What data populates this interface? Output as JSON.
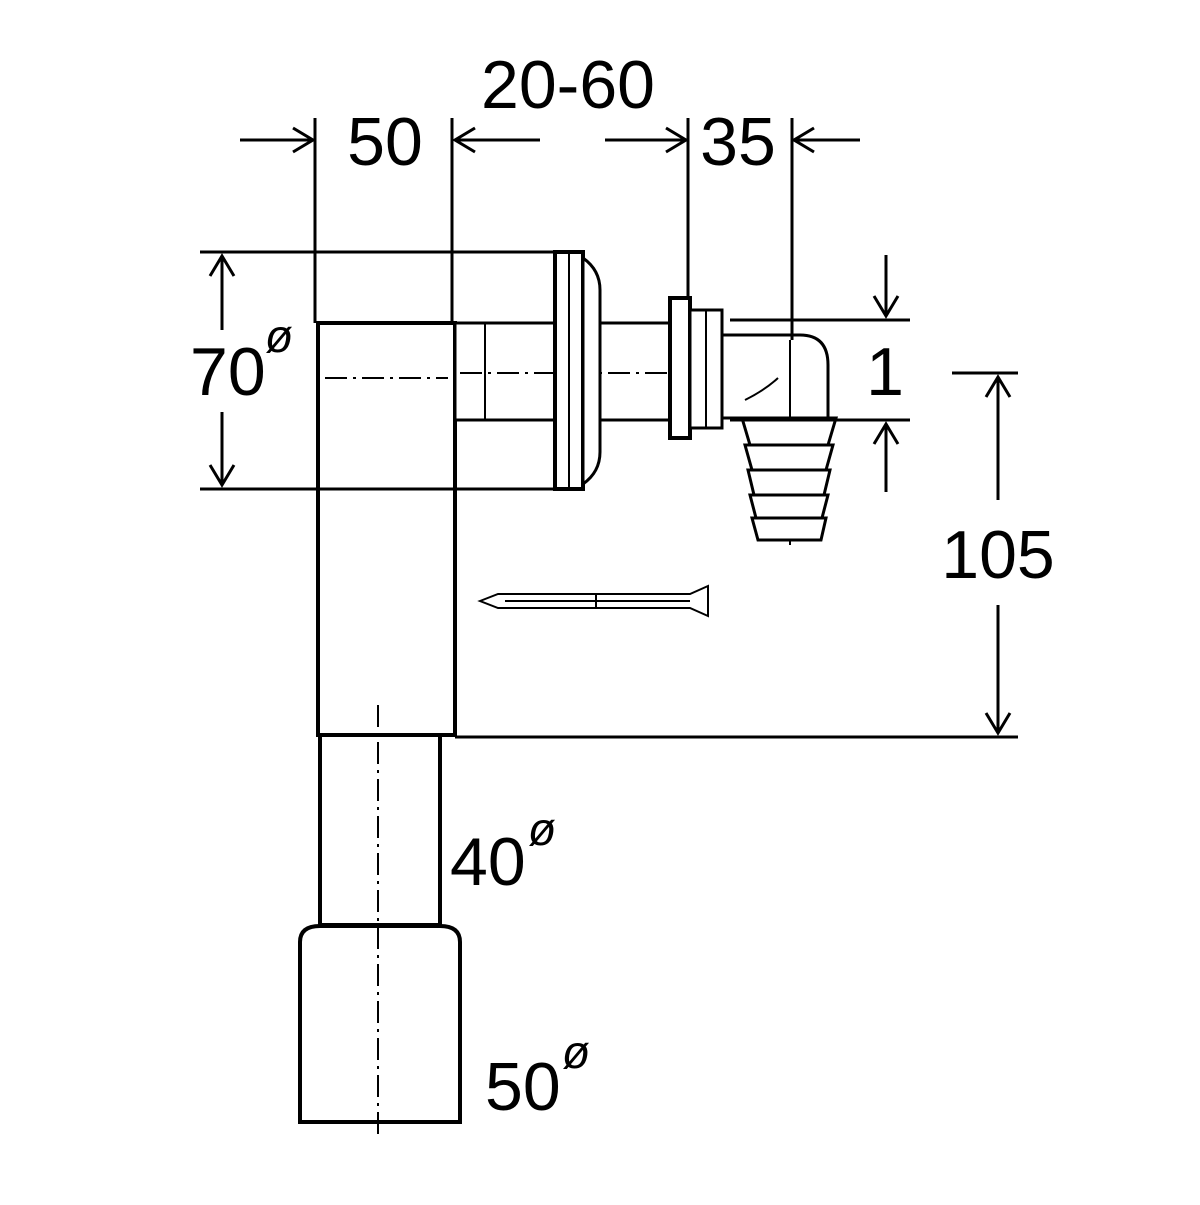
{
  "dimensions": {
    "top_center": "20-60",
    "top_left": "50",
    "top_right": "35",
    "left_height": "70",
    "right_small": "1",
    "right_height": "105",
    "lower_pipe": "40",
    "bottom_pipe": "50"
  },
  "diameter_symbol": "ø",
  "colors": {
    "line": "#000000",
    "background": "#ffffff"
  }
}
